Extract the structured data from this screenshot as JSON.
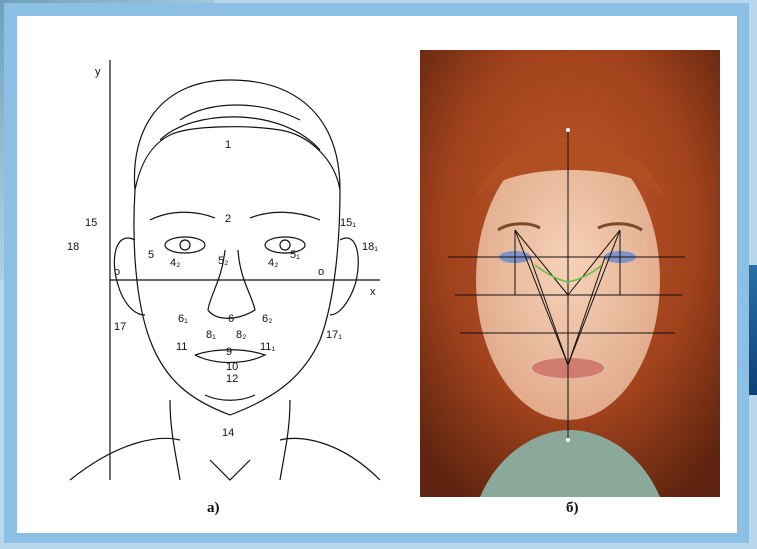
{
  "captions": {
    "left": "а)",
    "right": "б)"
  },
  "drawing": {
    "axis_y": "y",
    "axis_x": "x",
    "origin_left": "o",
    "origin_right": "o",
    "points": [
      "1",
      "2",
      "5",
      "4₂",
      "5₂",
      "4₂",
      "5₁",
      "15",
      "18",
      "15₁",
      "18₁",
      "17",
      "17₁",
      "6",
      "6₁",
      "6₂",
      "8₁",
      "8₂",
      "9",
      "11",
      "11₁",
      "10",
      "12",
      "14"
    ]
  },
  "colors": {
    "frame": "#8bbfe3",
    "background": "#b9d8ec",
    "card": "#ffffff",
    "line": "#111111",
    "accent_line": "#6abf45"
  }
}
